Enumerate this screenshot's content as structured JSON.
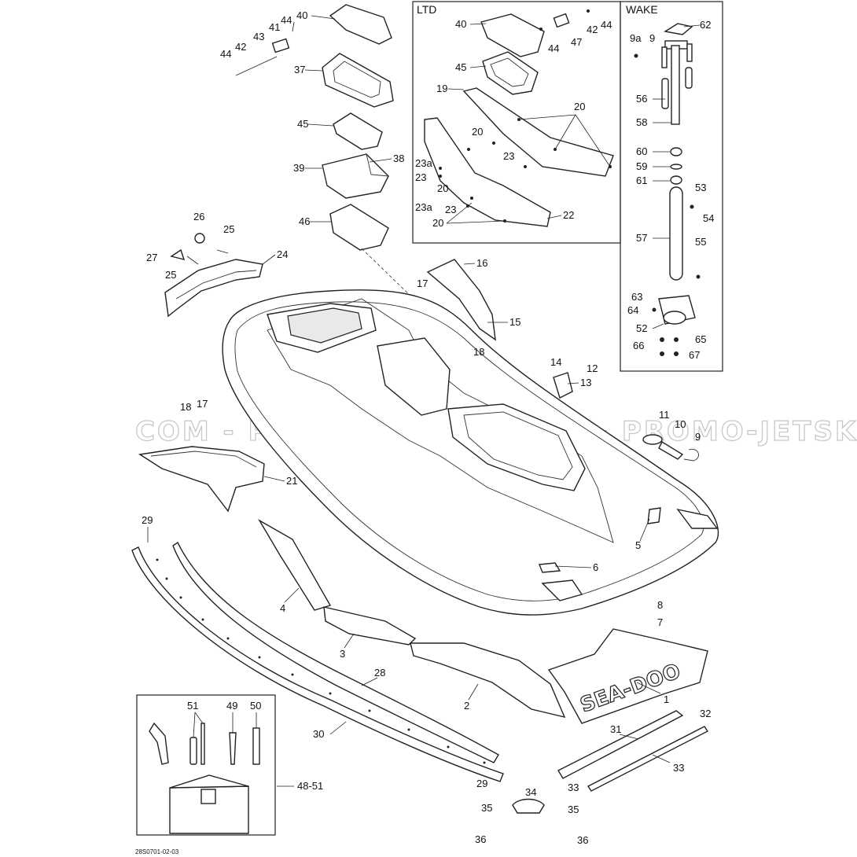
{
  "panels": {
    "ltd_title": "LTD",
    "wake_title": "WAKE"
  },
  "watermark": "COM - PROMO-JETSKI.COM - PROMO-JETSKI",
  "hull_brand": "SEA-DOO",
  "ref_code": "28S0701-02-03",
  "callouts": {
    "c40": "40",
    "c44a": "44",
    "c41": "41",
    "c43": "43",
    "c44b": "44",
    "c42": "42",
    "c37": "37",
    "c45": "45",
    "c38": "38",
    "c39": "39",
    "c46": "46",
    "c26": "26",
    "c25a": "25",
    "c27": "27",
    "c25b": "25",
    "c24": "24",
    "l40": "40",
    "l42": "42",
    "l44a": "44",
    "l44b": "44",
    "l47": "47",
    "l45": "45",
    "l19": "19",
    "l20a": "20",
    "l20b": "20",
    "l23a_a": "23a",
    "l23a": "23",
    "l23b": "23",
    "l20c": "20",
    "l23a_b": "23a",
    "l23c": "23",
    "l20d": "20",
    "l22": "22",
    "w9a": "9a",
    "w9": "9",
    "w62": "62",
    "w56": "56",
    "w58": "58",
    "w60": "60",
    "w59": "59",
    "w61": "61",
    "w53": "53",
    "w54": "54",
    "w57": "57",
    "w55": "55",
    "w63": "63",
    "w64": "64",
    "w52": "52",
    "w65": "65",
    "w66": "66",
    "w67": "67",
    "c16": "16",
    "c17": "17",
    "c15": "15",
    "c18": "18",
    "c14": "14",
    "c12": "12",
    "c13": "13",
    "c18b": "18",
    "c17b": "17",
    "c21": "21",
    "c11": "11",
    "c10": "10",
    "c9": "9",
    "c29": "29",
    "c5": "5",
    "c6": "6",
    "c4": "4",
    "c3": "3",
    "c8": "8",
    "c7": "7",
    "c28": "28",
    "c2": "2",
    "c1": "1",
    "c51": "51",
    "c49": "49",
    "c50": "50",
    "c30": "30",
    "c32": "32",
    "c31": "31",
    "c33a": "33",
    "c48_51": "48-51",
    "c29b": "29",
    "c34": "34",
    "c33b": "33",
    "c35a": "35",
    "c35b": "35",
    "c36a": "36",
    "c36b": "36"
  }
}
